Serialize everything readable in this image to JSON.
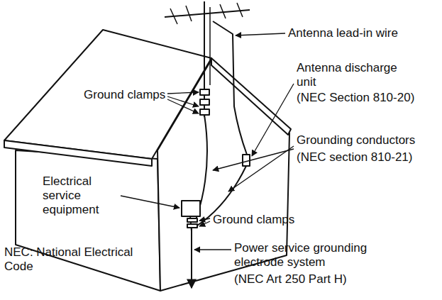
{
  "diagram": {
    "labels": [
      "Antenna lead-in wire",
      "Ground clamps",
      "Antenna discharge unit",
      "(NEC Section 810-20)",
      "Electrical service equipment",
      "Grounding conductors",
      "(NEC section 810-21)",
      "Ground clamps",
      "Power service grounding electrode system",
      "(NEC Art 250 Part H)",
      "NEC: National Electrical Code"
    ]
  }
}
